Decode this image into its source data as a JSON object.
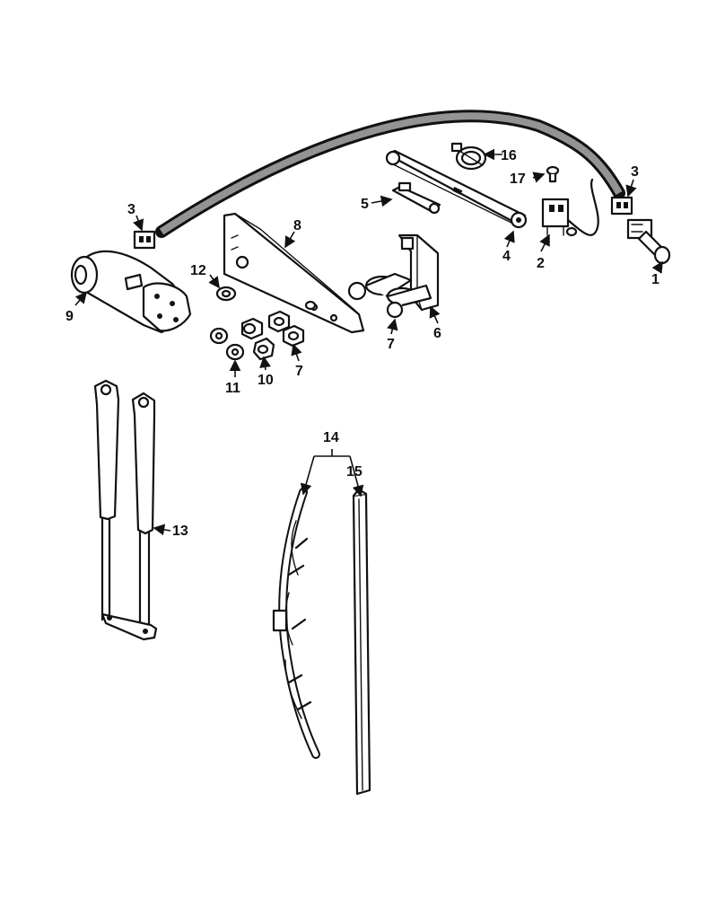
{
  "callouts": {
    "c1": "1",
    "c2": "2",
    "c3a": "3",
    "c3b": "3",
    "c4": "4",
    "c5": "5",
    "c6": "6",
    "c7a": "7",
    "c7b": "7",
    "c8": "8",
    "c9": "9",
    "c10": "10",
    "c11": "11",
    "c12": "12",
    "c13": "13",
    "c14": "14",
    "c15": "15",
    "c16": "16",
    "c17": "17"
  },
  "colors": {
    "ink": "#111111",
    "paper": "#ffffff"
  }
}
